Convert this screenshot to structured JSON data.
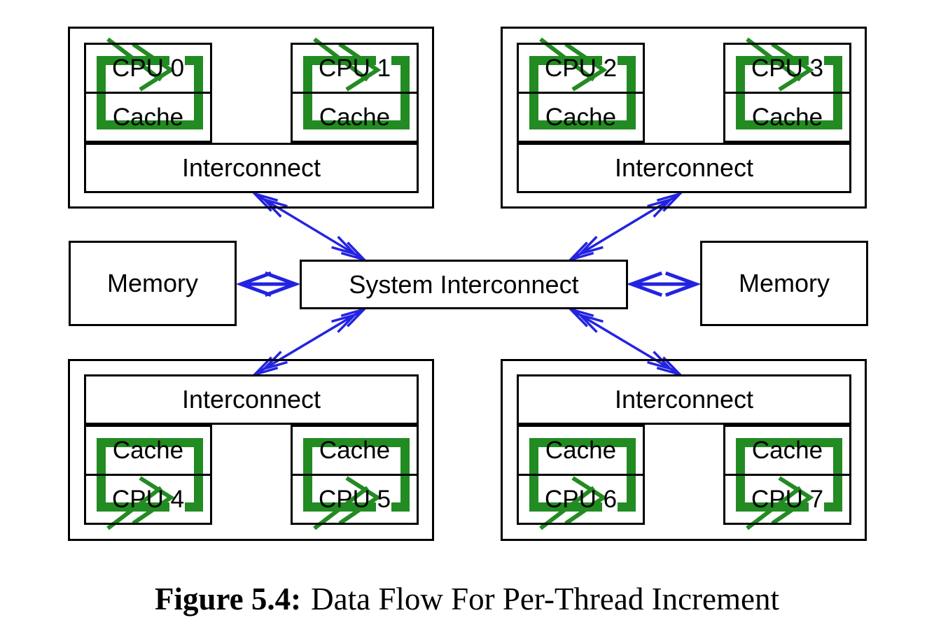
{
  "diagram": {
    "groups": [
      {
        "interconnect": "Interconnect",
        "units": [
          {
            "cpu": "CPU 0",
            "cache": "Cache"
          },
          {
            "cpu": "CPU 1",
            "cache": "Cache"
          }
        ]
      },
      {
        "interconnect": "Interconnect",
        "units": [
          {
            "cpu": "CPU 2",
            "cache": "Cache"
          },
          {
            "cpu": "CPU 3",
            "cache": "Cache"
          }
        ]
      },
      {
        "interconnect": "Interconnect",
        "units": [
          {
            "cpu": "CPU 4",
            "cache": "Cache"
          },
          {
            "cpu": "CPU 5",
            "cache": "Cache"
          }
        ]
      },
      {
        "interconnect": "Interconnect",
        "units": [
          {
            "cpu": "CPU 6",
            "cache": "Cache"
          },
          {
            "cpu": "CPU 7",
            "cache": "Cache"
          }
        ]
      }
    ],
    "system_interconnect": "System Interconnect",
    "memory_left": "Memory",
    "memory_right": "Memory",
    "colors": {
      "flow_green": "#228B22",
      "link_blue": "#2323E2",
      "line_black": "#000000"
    }
  },
  "caption": {
    "label": "Figure 5.4:",
    "title": "Data Flow For Per-Thread Increment"
  }
}
